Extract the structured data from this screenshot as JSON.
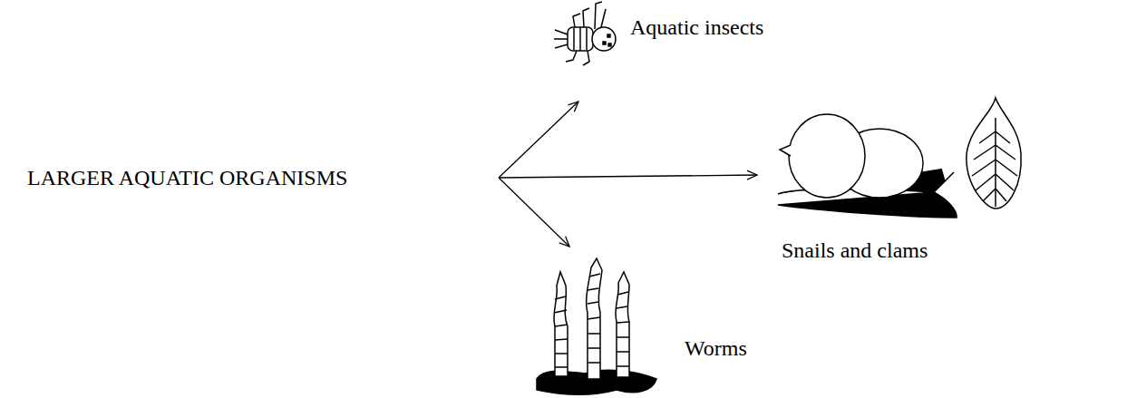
{
  "diagram": {
    "nodes": [
      {
        "text": [
          "LARGER AQUATIC ORGANISMS"
        ]
      },
      {
        "text": [
          "Aquatic insects"
        ]
      },
      {
        "text": [
          "Snails and clams"
        ]
      },
      {
        "text": [
          "Worms"
        ]
      }
    ],
    "edges": [
      {
        "from": 0,
        "to": 1,
        "arrow": "to"
      },
      {
        "from": 0,
        "to": 2,
        "arrow": "to"
      },
      {
        "from": 0,
        "to": 3,
        "arrow": "to"
      }
    ]
  }
}
